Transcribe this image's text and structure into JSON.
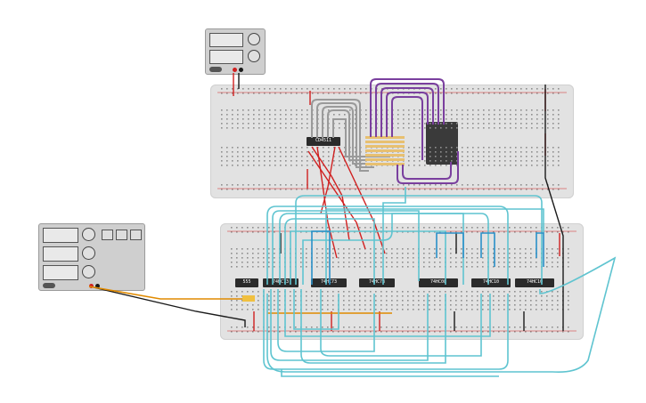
{
  "chips": {
    "u1": "CD4511",
    "u2": "555",
    "u3": "74HC73",
    "u4": "74HC73",
    "u5": "74HC73",
    "u6": "74HC08",
    "u7": "74HC10",
    "u8": "74HC10"
  },
  "colors": {
    "breadboard": "#e2e2e2",
    "wire_cyan": "#5fc4d0",
    "wire_purple": "#7a3f9e",
    "wire_gray": "#9a9a9a",
    "wire_red": "#d02020",
    "wire_black": "#1a1a1a",
    "wire_orange": "#e08a00",
    "resistor": "#e8c070"
  },
  "icons": [
    "power-supply-knob-icon",
    "function-generator-sine-icon",
    "function-generator-square-icon",
    "function-generator-triangle-icon"
  ]
}
